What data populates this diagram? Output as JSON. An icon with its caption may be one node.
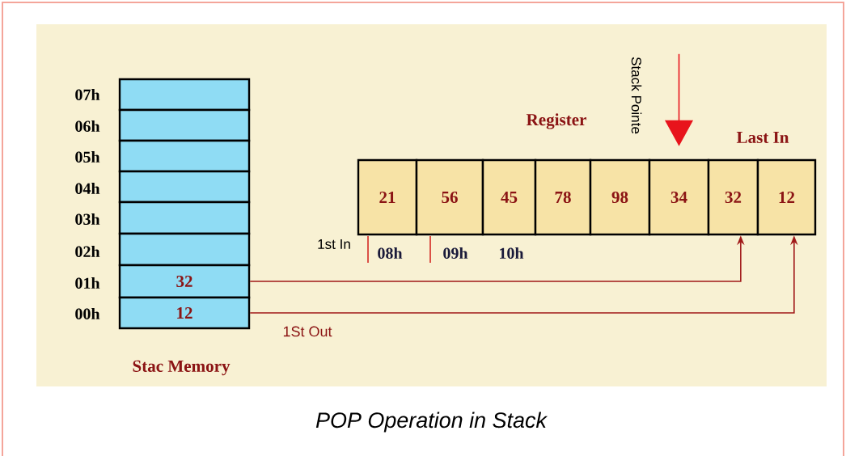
{
  "diagram": {
    "caption": "POP Operation in Stack",
    "nodes": [
      {
        "text": [],
        "shape": "box"
      },
      {
        "text": [],
        "shape": "box"
      },
      {
        "text": [],
        "shape": "box"
      },
      {
        "text": [],
        "shape": "box"
      },
      {
        "text": [],
        "shape": "box"
      },
      {
        "text": [],
        "shape": "box"
      },
      {
        "text": [
          "32"
        ]
      },
      {
        "text": [
          "12"
        ]
      },
      {
        "text": [
          "21"
        ]
      },
      {
        "text": [
          "56"
        ]
      },
      {
        "text": [
          "45"
        ]
      },
      {
        "text": [
          "78"
        ]
      },
      {
        "text": [
          "98"
        ]
      },
      {
        "text": [
          "34"
        ]
      },
      {
        "text": [
          "32"
        ]
      },
      {
        "text": [
          "12"
        ]
      }
    ],
    "edges": [
      {
        "from": null,
        "to": 13,
        "arrow": "to",
        "color": "#e8141c"
      },
      {
        "from": 6,
        "to": 14,
        "arrow": "to"
      },
      {
        "from": 7,
        "to": 15,
        "arrow": "to"
      }
    ],
    "labels": [
      "Stack Pointe",
      "Register",
      "Last In",
      "07h",
      "06h",
      "05h",
      "04h",
      "03h",
      "02h",
      "1st In",
      "08h",
      "09h",
      "10h",
      "01h",
      "00h",
      "1St Out",
      "Stac Memory"
    ]
  }
}
